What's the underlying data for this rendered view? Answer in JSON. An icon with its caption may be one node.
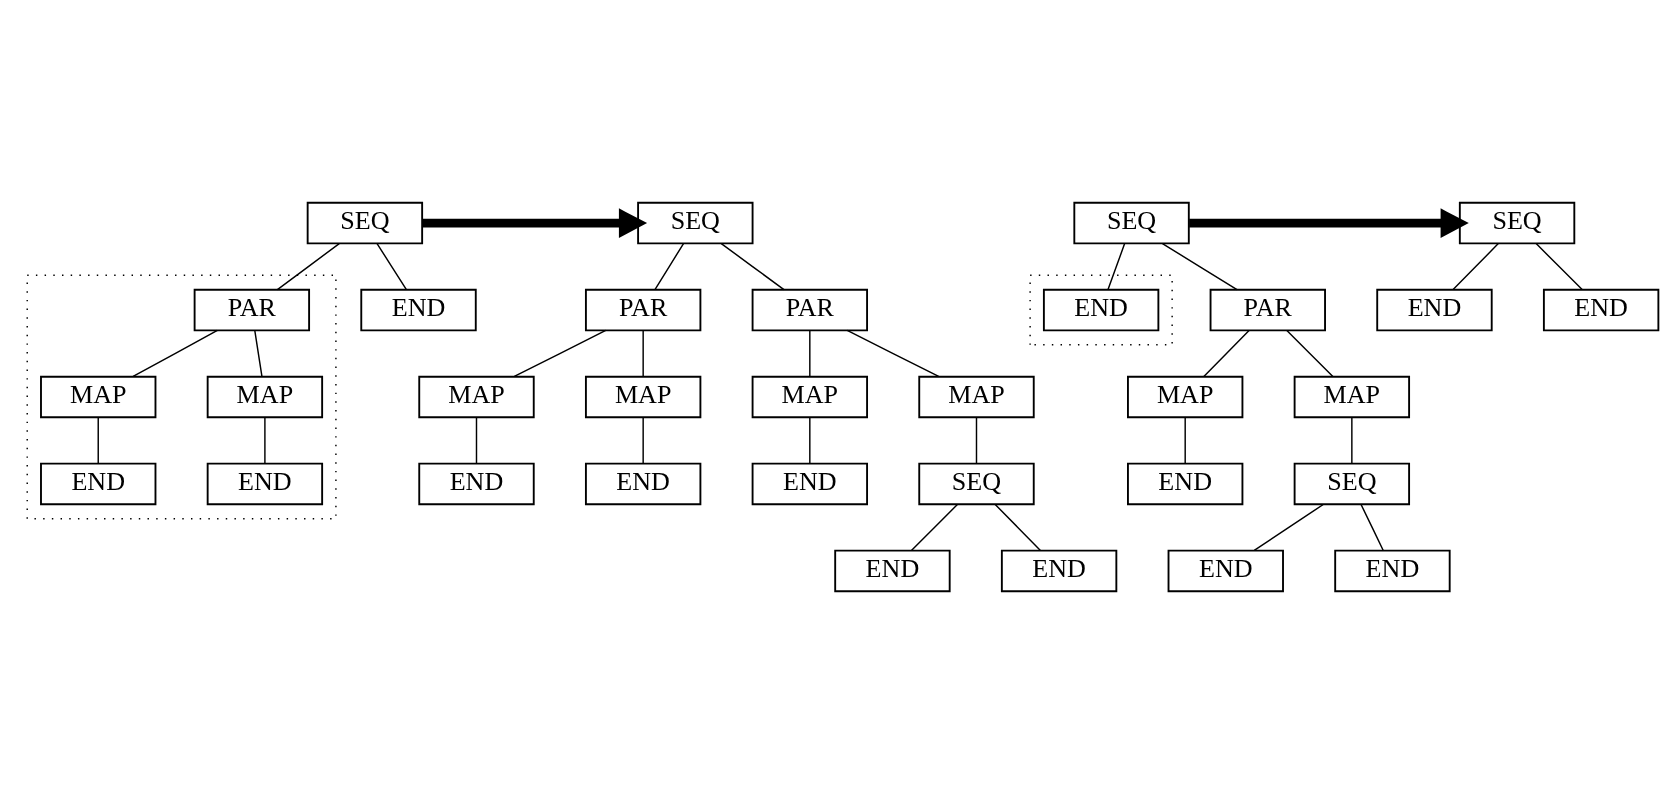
{
  "diagram": {
    "nodes": [
      {
        "text": [
          "SEQ"
        ]
      },
      {
        "text": [],
        "shape": "box"
      },
      {
        "text": [
          "PAR"
        ],
        "in": 1
      },
      {
        "text": [
          "END"
        ]
      },
      {
        "text": [
          "MAP"
        ],
        "in": 1
      },
      {
        "text": [
          "MAP"
        ],
        "in": 1
      },
      {
        "text": [
          "END"
        ],
        "in": 1
      },
      {
        "text": [
          "END"
        ],
        "in": 1
      },
      {
        "text": [
          "SEQ"
        ]
      },
      {
        "text": [],
        "shape": "box"
      },
      {
        "text": [
          "END"
        ],
        "in": 9
      },
      {
        "text": [
          "PAR"
        ]
      },
      {
        "text": [
          "MAP"
        ]
      },
      {
        "text": [
          "MAP"
        ]
      },
      {
        "text": [
          "END"
        ]
      },
      {
        "text": [
          "SEQ"
        ]
      },
      {
        "text": [
          "END"
        ]
      },
      {
        "text": [
          "END"
        ]
      },
      {
        "text": [
          "SEQ"
        ]
      },
      {
        "text": [
          "END"
        ]
      },
      {
        "text": [
          "END"
        ]
      },
      {
        "text": [
          "SEQ"
        ]
      },
      {
        "text": [
          "PAR"
        ]
      },
      {
        "text": [
          "PAR"
        ]
      },
      {
        "text": [
          "MAP"
        ]
      },
      {
        "text": [
          "MAP"
        ]
      },
      {
        "text": [
          "MAP"
        ]
      },
      {
        "text": [
          "MAP"
        ]
      },
      {
        "text": [
          "END"
        ]
      },
      {
        "text": [
          "END"
        ]
      },
      {
        "text": [
          "END"
        ]
      },
      {
        "text": [
          "SEQ"
        ]
      },
      {
        "text": [
          "END"
        ]
      },
      {
        "text": [
          "END"
        ]
      }
    ],
    "edges": [
      {
        "from": 0,
        "to": 2,
        "arrow": "none"
      },
      {
        "from": 0,
        "to": 3,
        "arrow": "none"
      },
      {
        "from": 2,
        "to": 4,
        "arrow": "none"
      },
      {
        "from": 2,
        "to": 5,
        "arrow": "none"
      },
      {
        "from": 4,
        "to": 6,
        "arrow": "none"
      },
      {
        "from": 5,
        "to": 7,
        "arrow": "none"
      },
      {
        "from": 8,
        "to": 10,
        "arrow": "none"
      },
      {
        "from": 8,
        "to": 11,
        "arrow": "none"
      },
      {
        "from": 11,
        "to": 12,
        "arrow": "none"
      },
      {
        "from": 11,
        "to": 13,
        "arrow": "none"
      },
      {
        "from": 12,
        "to": 14,
        "arrow": "none"
      },
      {
        "from": 13,
        "to": 15,
        "arrow": "none"
      },
      {
        "from": 15,
        "to": 16,
        "arrow": "none"
      },
      {
        "from": 15,
        "to": 17,
        "arrow": "none"
      },
      {
        "from": 0,
        "to": 21,
        "arrow": "to",
        "style": "thick"
      },
      {
        "from": 8,
        "to": 18,
        "arrow": "to",
        "style": "thick"
      },
      {
        "from": 18,
        "to": 19,
        "arrow": "none"
      },
      {
        "from": 18,
        "to": 20,
        "arrow": "none"
      },
      {
        "from": 21,
        "to": 22,
        "arrow": "none"
      },
      {
        "from": 21,
        "to": 23,
        "arrow": "none"
      },
      {
        "from": 22,
        "to": 24,
        "arrow": "none"
      },
      {
        "from": 22,
        "to": 25,
        "arrow": "none"
      },
      {
        "from": 23,
        "to": 26,
        "arrow": "none"
      },
      {
        "from": 23,
        "to": 27,
        "arrow": "none"
      },
      {
        "from": 24,
        "to": 28,
        "arrow": "none"
      },
      {
        "from": 25,
        "to": 29,
        "arrow": "none"
      },
      {
        "from": 26,
        "to": 30,
        "arrow": "none"
      },
      {
        "from": 27,
        "to": 31,
        "arrow": "none"
      },
      {
        "from": 31,
        "to": 32,
        "arrow": "none"
      },
      {
        "from": 31,
        "to": 33,
        "arrow": "none"
      }
    ]
  }
}
